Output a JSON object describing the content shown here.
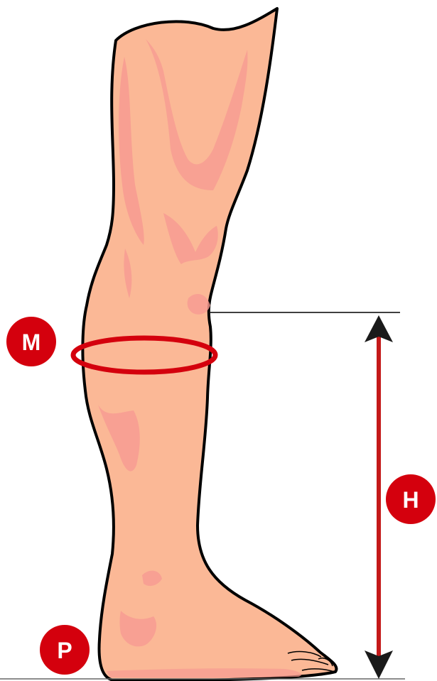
{
  "labels": {
    "m": "M",
    "h": "H",
    "p": "P"
  },
  "colors": {
    "skin": "#fbb896",
    "skin_shadow": "#f79a92",
    "outline": "#000000",
    "marker_red": "#d4000d",
    "arrow_red": "#c41a1a",
    "arrow_head": "#1a1a1a",
    "badge_text": "#ffffff"
  },
  "icons": {
    "measure_ring": "circumference-ring-icon",
    "height_arrow": "double-headed-arrow-icon"
  }
}
